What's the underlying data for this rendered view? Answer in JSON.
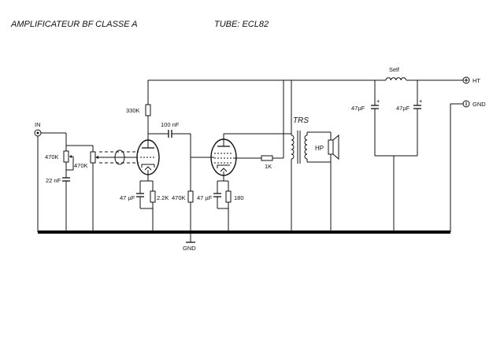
{
  "header": {
    "title": "AMPLIFICATEUR BF CLASSE A",
    "tube": "TUBE: ECL82"
  },
  "terminals": {
    "input": "IN",
    "ht": "HT",
    "gnd_right": "GND",
    "gnd_bottom": "GND"
  },
  "components": {
    "r_volume": "470K",
    "r_grid": "470K",
    "c_input": "22 nF",
    "r_plate": "330K",
    "c_coupling": "100 nF",
    "c_cathode1": "47 µF",
    "r_cathode1": "2.2K",
    "r_grid2": "470K",
    "c_cathode2": "47 µF",
    "r_cathode2": "180",
    "r_screen": "1K",
    "transformer": "TRS",
    "speaker": "HP",
    "choke": "Self",
    "c_filter1": "47µF",
    "c_filter2": "47µF"
  }
}
